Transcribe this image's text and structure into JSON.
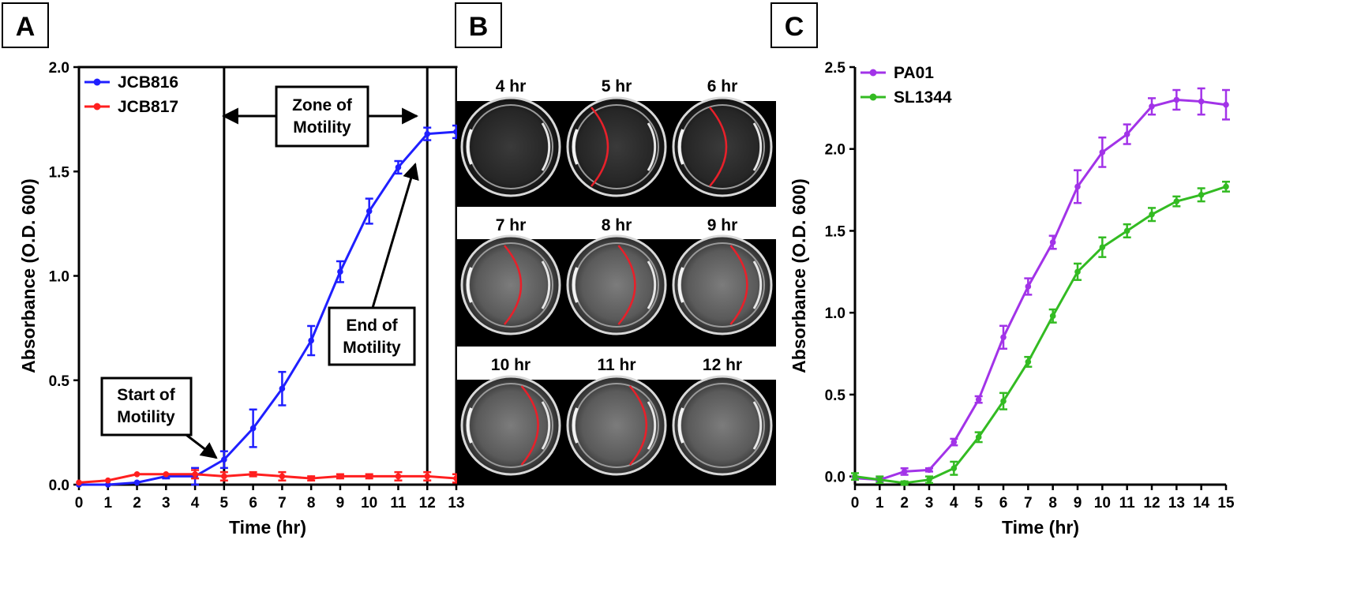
{
  "panels": {
    "a": "A",
    "b": "B",
    "c": "C"
  },
  "colors": {
    "JCB816": "#1f1fff",
    "JCB817": "#ff1f1f",
    "PA01": "#a233e8",
    "SL1344": "#33bb22",
    "motility_front": "#e8202a"
  },
  "annotations": {
    "zone_line1": "Zone of",
    "zone_line2": "Motility",
    "start_line1": "Start of",
    "start_line2": "Motility",
    "end_line1": "End of",
    "end_line2": "Motility"
  },
  "wells": [
    {
      "label": "4 hr",
      "front": null
    },
    {
      "label": "5 hr",
      "front": 0.35
    },
    {
      "label": "6 hr",
      "front": 0.55
    },
    {
      "label": "7 hr",
      "front": 0.65
    },
    {
      "label": "8 hr",
      "front": 0.78
    },
    {
      "label": "9 hr",
      "front": 0.88
    },
    {
      "label": "10 hr",
      "front": 0.92
    },
    {
      "label": "11 hr",
      "front": 0.96
    },
    {
      "label": "12 hr",
      "front": null
    }
  ],
  "chart_data": [
    {
      "type": "line",
      "panel": "A",
      "xlabel": "Time (hr)",
      "ylabel": "Absorbance (O.D. 600)",
      "xlim": [
        0,
        13
      ],
      "ylim": [
        0,
        2.0
      ],
      "xticks": [
        "0",
        "1",
        "2",
        "3",
        "4",
        "5",
        "6",
        "7",
        "8",
        "9",
        "10",
        "11",
        "12",
        "13"
      ],
      "yticks": [
        "0.0",
        "0.5",
        "1.0",
        "1.5",
        "2.0"
      ],
      "legend_position": "top-left",
      "vlines": [
        5,
        12
      ],
      "series": [
        {
          "name": "JCB816",
          "color": "#1f1fff",
          "x": [
            0,
            1,
            2,
            3,
            4,
            5,
            6,
            7,
            8,
            9,
            10,
            11,
            12,
            13
          ],
          "y": [
            0.0,
            0.0,
            0.01,
            0.04,
            0.04,
            0.12,
            0.27,
            0.46,
            0.69,
            1.02,
            1.31,
            1.52,
            1.68,
            1.69
          ],
          "err": [
            0,
            0,
            0,
            0.01,
            0.04,
            0.04,
            0.09,
            0.08,
            0.07,
            0.05,
            0.06,
            0.03,
            0.03,
            0.03
          ]
        },
        {
          "name": "JCB817",
          "color": "#ff1f1f",
          "x": [
            0,
            1,
            2,
            3,
            4,
            5,
            6,
            7,
            8,
            9,
            10,
            11,
            12,
            13
          ],
          "y": [
            0.01,
            0.02,
            0.05,
            0.05,
            0.05,
            0.04,
            0.05,
            0.04,
            0.03,
            0.04,
            0.04,
            0.04,
            0.04,
            0.03
          ],
          "err": [
            0,
            0,
            0,
            0,
            0.02,
            0.02,
            0.01,
            0.02,
            0.01,
            0.01,
            0.01,
            0.02,
            0.02,
            0.02
          ]
        }
      ]
    },
    {
      "type": "line",
      "panel": "C",
      "xlabel": "Time (hr)",
      "ylabel": "Absorbance (O.D. 600)",
      "xlim": [
        0,
        15
      ],
      "ylim": [
        -0.05,
        2.5
      ],
      "xticks": [
        "0",
        "1",
        "2",
        "3",
        "4",
        "5",
        "6",
        "7",
        "8",
        "9",
        "10",
        "11",
        "12",
        "13",
        "14",
        "15"
      ],
      "yticks": [
        "0.0",
        "0.5",
        "1.0",
        "1.5",
        "2.0",
        "2.5"
      ],
      "legend_position": "top-left",
      "series": [
        {
          "name": "PA01",
          "color": "#a233e8",
          "x": [
            0,
            1,
            2,
            3,
            4,
            5,
            6,
            7,
            8,
            9,
            10,
            11,
            12,
            13,
            14,
            15
          ],
          "y": [
            -0.01,
            -0.02,
            0.03,
            0.04,
            0.21,
            0.47,
            0.85,
            1.16,
            1.43,
            1.77,
            1.98,
            2.09,
            2.26,
            2.3,
            2.29,
            2.27
          ],
          "err": [
            0.01,
            0.01,
            0.02,
            0.01,
            0.02,
            0.02,
            0.07,
            0.05,
            0.04,
            0.1,
            0.09,
            0.06,
            0.05,
            0.06,
            0.08,
            0.09
          ]
        },
        {
          "name": "SL1344",
          "color": "#33bb22",
          "x": [
            0,
            1,
            2,
            3,
            4,
            5,
            6,
            7,
            8,
            9,
            10,
            11,
            12,
            13,
            14,
            15
          ],
          "y": [
            0.0,
            -0.02,
            -0.04,
            -0.02,
            0.05,
            0.24,
            0.46,
            0.7,
            0.98,
            1.25,
            1.4,
            1.5,
            1.6,
            1.68,
            1.72,
            1.77
          ],
          "err": [
            0.02,
            0.02,
            0.01,
            0.02,
            0.04,
            0.03,
            0.05,
            0.03,
            0.04,
            0.05,
            0.06,
            0.04,
            0.04,
            0.03,
            0.04,
            0.03
          ]
        }
      ]
    }
  ]
}
